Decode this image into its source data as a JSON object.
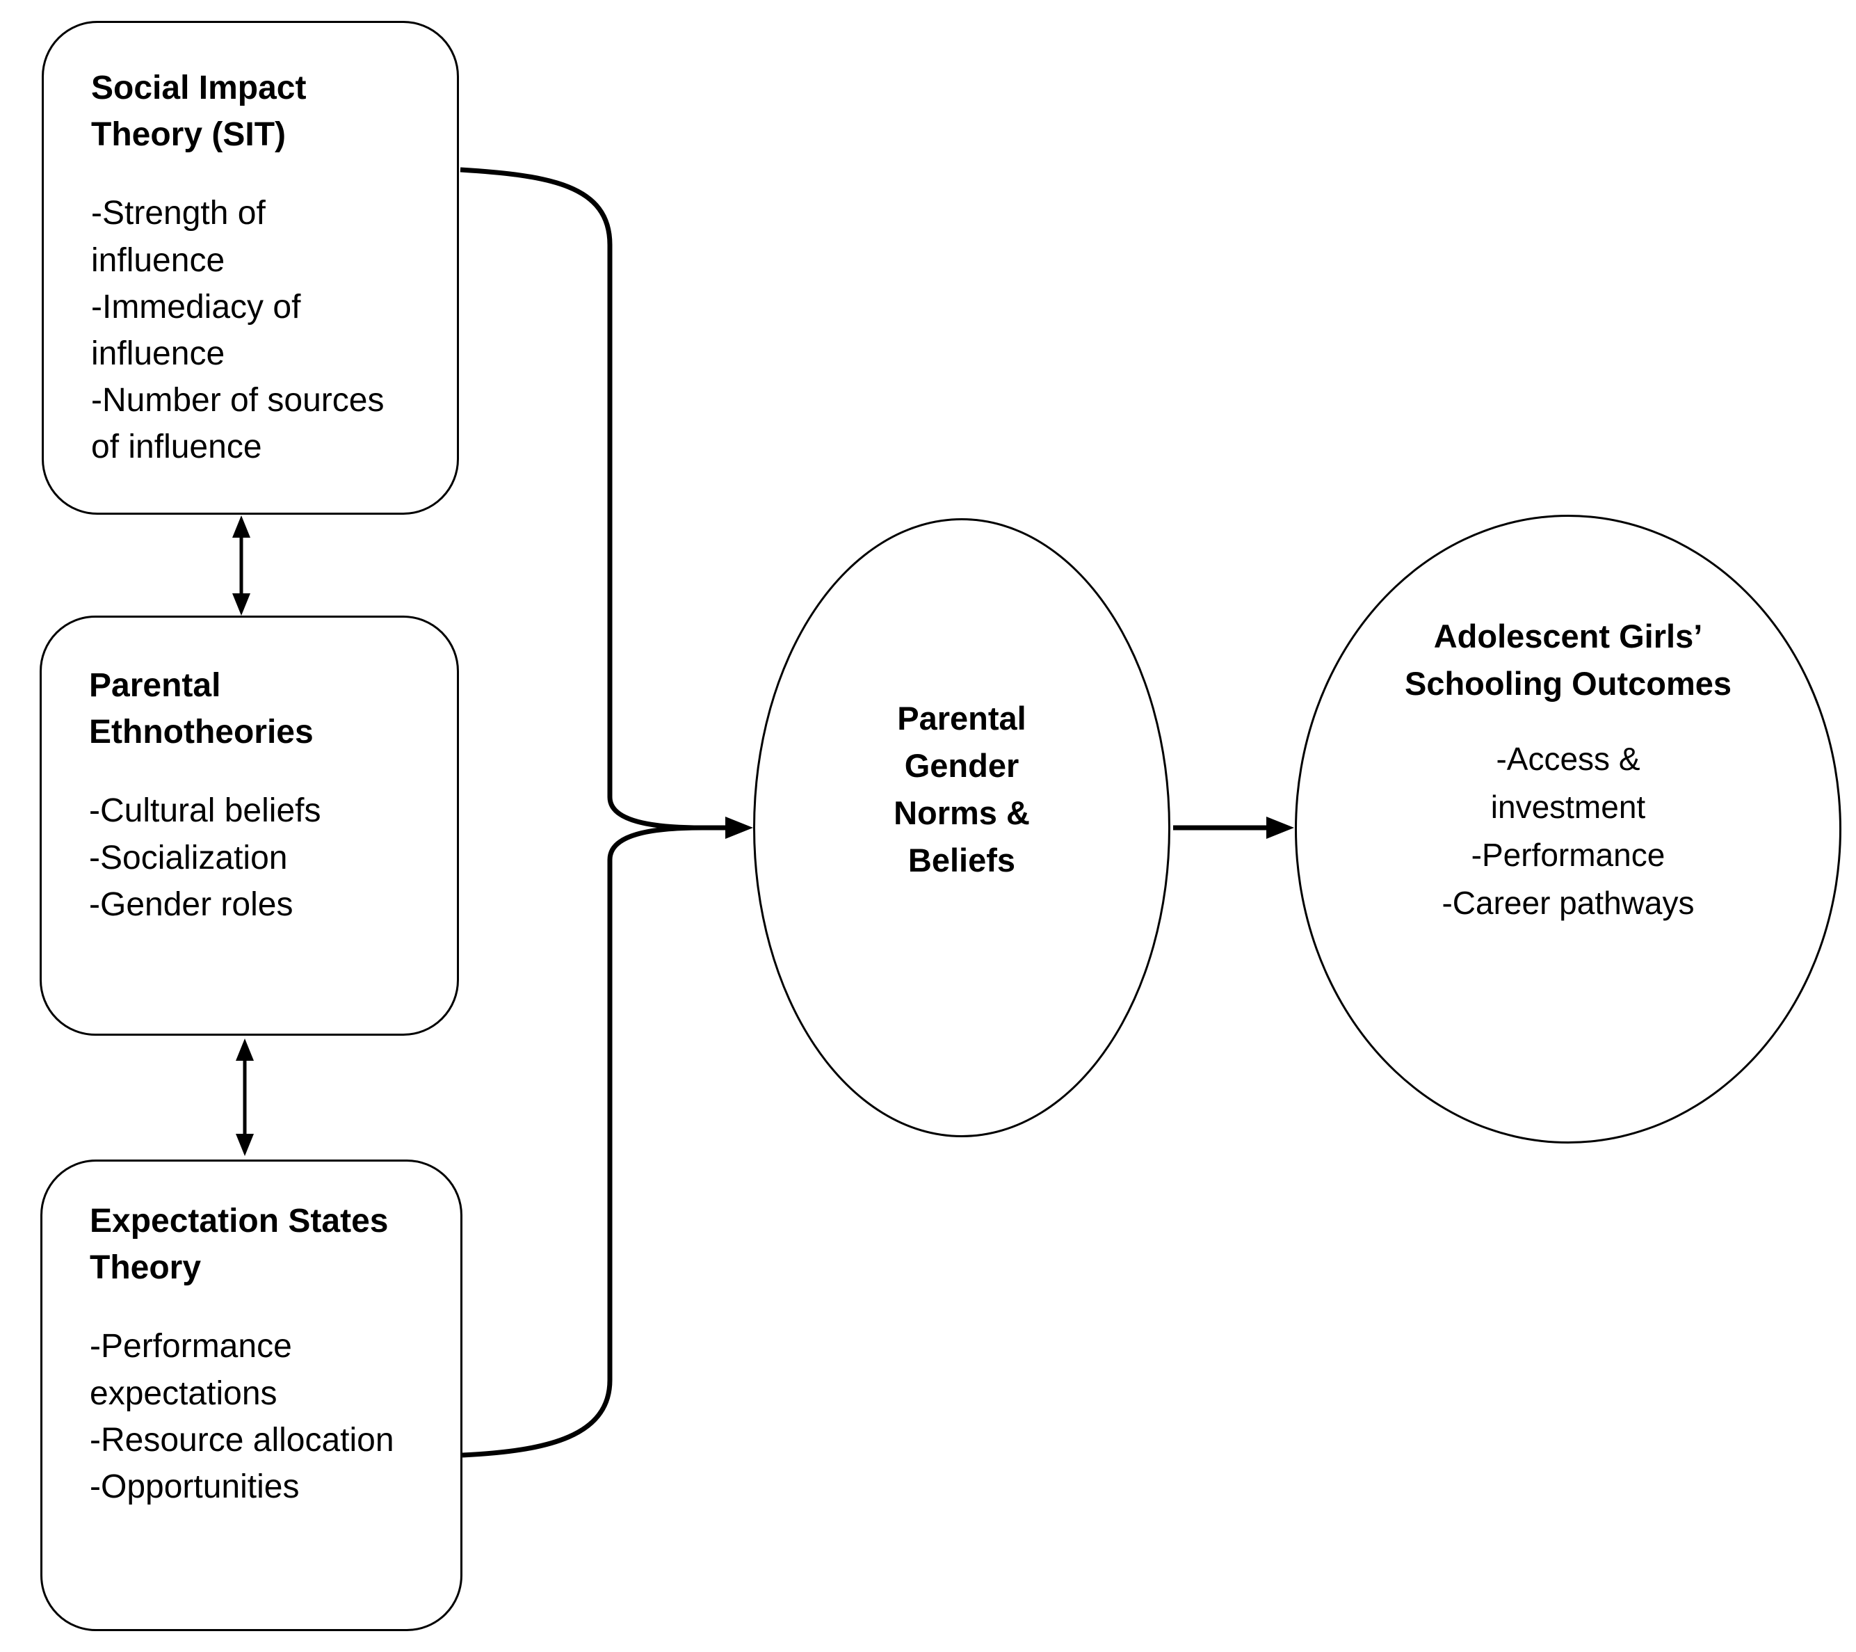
{
  "diagram": {
    "background_color": "#ffffff",
    "stroke_color": "#000000",
    "text_color": "#000000",
    "boxes": [
      {
        "id": "social-impact-theory",
        "title": "Social Impact\nTheory (SIT)",
        "items": [
          "-Strength of\ninfluence",
          "-Immediacy of\ninfluence",
          "-Number of sources\nof influence"
        ]
      },
      {
        "id": "parental-ethnotheories",
        "title": "Parental\nEthnotheories",
        "items": [
          "-Cultural beliefs",
          "-Socialization",
          "-Gender roles"
        ]
      },
      {
        "id": "expectation-states-theory",
        "title": "Expectation States\nTheory",
        "items": [
          "-Performance\nexpectations",
          "-Resource allocation",
          "-Opportunities"
        ]
      }
    ],
    "center_ellipse": {
      "id": "parental-gender-norms-beliefs",
      "title": "Parental\nGender\nNorms &\nBeliefs"
    },
    "right_ellipse": {
      "id": "adolescent-girls-schooling-outcomes",
      "title": "Adolescent Girls’\nSchooling Outcomes",
      "items": [
        "-Access &\ninvestment",
        "-Performance",
        "-Career pathways"
      ]
    },
    "connections": [
      {
        "from": "social-impact-theory",
        "to": "parental-ethnotheories",
        "type": "double-headed-arrow"
      },
      {
        "from": "parental-ethnotheories",
        "to": "expectation-states-theory",
        "type": "double-headed-arrow"
      },
      {
        "from": [
          "social-impact-theory",
          "expectation-states-theory"
        ],
        "to": "parental-gender-norms-beliefs",
        "type": "merged-bracket-arrow"
      },
      {
        "from": "parental-gender-norms-beliefs",
        "to": "adolescent-girls-schooling-outcomes",
        "type": "arrow"
      }
    ]
  }
}
